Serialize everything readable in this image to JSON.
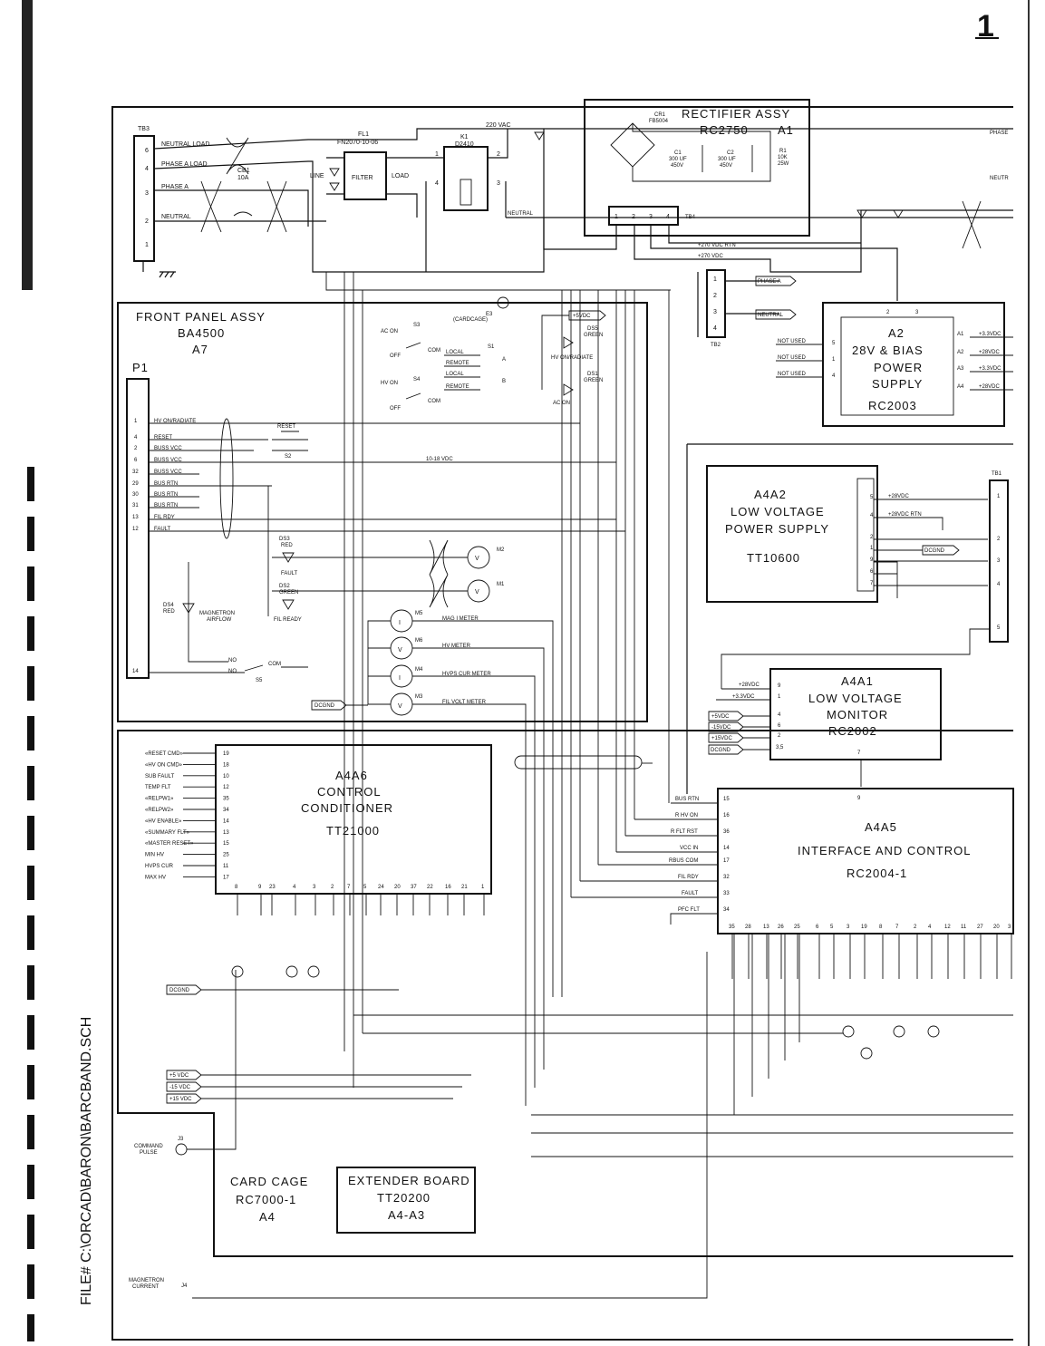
{
  "page": {
    "page_number": "1",
    "file_label": "FILE# C:\\ORCAD\\BARON\\BARCBAND.SCH"
  },
  "blocks": {
    "rectifier": {
      "title": "RECTIFIER ASSY",
      "part": "RC2750",
      "ref": "A1"
    },
    "front_panel": {
      "title": "FRONT PANEL ASSY",
      "part": "BA4500",
      "ref": "A7",
      "connector": "P1"
    },
    "power_supply": {
      "ref": "A2",
      "line1": "28V & BIAS",
      "line2": "POWER",
      "line3": "SUPPLY",
      "part": "RC2003"
    },
    "lv_supply": {
      "ref": "A4A2",
      "line1": "LOW VOLTAGE",
      "line2": "POWER SUPPLY",
      "part": "TT10600"
    },
    "lv_monitor": {
      "ref": "A4A1",
      "line1": "LOW VOLTAGE",
      "line2": "MONITOR",
      "part": "RC2002"
    },
    "control_cond": {
      "ref": "A4A6",
      "line1": "CONTROL",
      "line2": "CONDITIONER",
      "part": "TT21000"
    },
    "interface": {
      "ref": "A4A5",
      "line1": "INTERFACE AND CONTROL",
      "part": "RC2004-1"
    },
    "card_cage": {
      "line1": "CARD CAGE",
      "part": "RC7000-1",
      "ref": "A4"
    },
    "extender": {
      "line1": "EXTENDER BOARD",
      "part": "TT20200",
      "ref": "A4-A3"
    }
  },
  "labels": {
    "tb3": "TB3",
    "tb4": "TB4",
    "tb2": "TB2",
    "tb1": "TB1",
    "neutral_load": "NEUTRAL LOAD",
    "phase_a_load": "PHASE A LOAD",
    "phase_a": "PHASE A",
    "neutral": "NEUTRAL",
    "neutral_tb4": "NEUTRAL",
    "cb1": "CB1",
    "cb1_rating": "10A",
    "fl1": "FL1",
    "fl1_part": "FN2070-10-06",
    "filter": "FILTER",
    "line": "LINE",
    "load": "LOAD",
    "k1": "K1",
    "k1_part": "D2410",
    "vac220": "220 VAC",
    "cr1": "CR1",
    "cr1_part": "FB5004",
    "c1": "C1",
    "c1_val": "300 UF",
    "c1_v": "450V",
    "c2": "C2",
    "c2_val": "300 UF",
    "c2_v": "450V",
    "r1": "R1",
    "r1_val": "10K",
    "r1_w": "25W",
    "v270rtn": "+270 VDC RTN",
    "v270": "+270 VDC",
    "phase_a_flag": "PHASE A",
    "neutral_flag": "NEUTRAL",
    "phase_right": "PHASE",
    "neutr_right": "NEUTR",
    "not_used_1": "NOT USED",
    "not_used_2": "NOT USED",
    "not_used_3": "NOT USED",
    "a2_out1": "+3.3VDC",
    "a2_out2": "+28VDC",
    "a2_out3": "+3.3VDC",
    "a2_out4": "+28VDC",
    "e3": "E3",
    "cardcage": "(CARDCAGE)",
    "v5flag": "+5VDC",
    "ds5": "DS5",
    "ds5_c": "GREEN",
    "hv_on_radiate": "HV ON/RADIATE",
    "ds1": "DS1",
    "ds1_c": "GREEN",
    "ac_on_lamp": "AC ON",
    "s3": "S3",
    "ac_on": "AC ON",
    "off1": "OFF",
    "com1": "COM",
    "s4": "S4",
    "hv_on": "HV ON",
    "off2": "OFF",
    "com2": "COM",
    "s1": "S1",
    "local1": "LOCAL",
    "remote1": "REMOTE",
    "local2": "LOCAL",
    "remote2": "REMOTE",
    "reset_sw": "RESET",
    "s2": "S2",
    "v1018": "10-18 VDC",
    "ds3": "DS3",
    "ds3_c": "RED",
    "fault_lamp": "FAULT",
    "ds2": "DS2",
    "ds2_c": "GREEN",
    "fil_ready": "FIL READY",
    "ds4": "DS4",
    "ds4_c": "RED",
    "mag_airflow": "MAGNETRON",
    "mag_airflow2": "AIRFLOW",
    "no1": "NO",
    "no2": "NO",
    "com3": "COM",
    "s5": "S5",
    "m2": "M2",
    "m1": "M1",
    "m5": "M5",
    "m6": "M6",
    "m4": "M4",
    "m3": "M3",
    "mag_i_meter": "MAG I METER",
    "hv_meter": "HV METER",
    "hvps_cur_meter": "HVPS CUR METER",
    "fil_volt_meter": "FIL VOLT METER",
    "dcgnd1": "DCGND",
    "dcgnd2": "DCGND",
    "dcgnd3": "DCGND",
    "dcgnd4": "DCGND",
    "lv_v28": "+28VDC",
    "lv_v28rtn": "+28VDC RTN",
    "mon_v28": "+28VDC",
    "mon_v33": "+3.3VDC",
    "mon_v5": "+5VDC",
    "mon_m15": "-15VDC",
    "mon_p15": "+15VDC",
    "v5": "+5 VDC",
    "vm15": "-15 VDC",
    "vp15": "+15 VDC",
    "j3": "J3",
    "command_pulse": "COMMAND",
    "command_pulse2": "PULSE",
    "j4": "J4",
    "mag_current": "MAGNETRON",
    "mag_current2": "CURRENT",
    "bus_rtn": "BUS RTN",
    "r_hv_on": "R HV ON",
    "r_flt_rst": "R FLT RST",
    "vcc_in": "VCC IN",
    "rbus_com": "RBUS COM",
    "fil_rdy": "FIL RDY",
    "fault": "FAULT",
    "pfc_flt": "PFC FLT",
    "a6_pins_left": [
      "«RESET CMD»",
      "«HV ON CMD»",
      "SUB FAULT",
      "TEMP FLT",
      "«RELPW1»",
      "«RELPW2»",
      "«HV ENABLE»",
      "«SUMMARY FLT»",
      "«MASTER RESET»",
      "MIN HV",
      "HVPS CUR",
      "MAX HV"
    ],
    "a6_pin_nums_left": [
      "19",
      "18",
      "10",
      "12",
      "35",
      "34",
      "14",
      "13",
      "15",
      "25",
      "11",
      "17"
    ],
    "a6_pin_nums_bottom": [
      "8",
      "9",
      "23",
      "4",
      "3",
      "2",
      "7",
      "5",
      "24",
      "20",
      "37",
      "22",
      "16",
      "21",
      "1"
    ],
    "a5_pin_nums_bottom": [
      "35",
      "28",
      "13",
      "26",
      "25",
      "6",
      "5",
      "3",
      "19",
      "8",
      "7",
      "2",
      "4",
      "12",
      "11",
      "27",
      "20",
      "3"
    ],
    "a5_pin_nums_left": [
      "15",
      "16",
      "36",
      "14",
      "17",
      "32",
      "33",
      "34"
    ],
    "p1_pins": [
      {
        "pin": "1",
        "name": "HV ON/RADIATE"
      },
      {
        "pin": "4",
        "name": "RESET"
      },
      {
        "pin": "2",
        "name": "BUSS VCC"
      },
      {
        "pin": "6",
        "name": "BUSS VCC"
      },
      {
        "pin": "32",
        "name": "BUSS VCC"
      },
      {
        "pin": "29",
        "name": "BUS RTN"
      },
      {
        "pin": "30",
        "name": "BUS RTN"
      },
      {
        "pin": "31",
        "name": "BUS RTN"
      },
      {
        "pin": "13",
        "name": "FIL RDY"
      },
      {
        "pin": "12",
        "name": "FAULT"
      },
      {
        "pin": "14",
        "name": ""
      }
    ],
    "tb3_pins": [
      "6",
      "4",
      "3",
      "2",
      "1"
    ],
    "tb4_pins": [
      "1",
      "2",
      "3",
      "4"
    ],
    "tb2_pins": [
      "1",
      "2",
      "3",
      "4"
    ],
    "tb1_pins": [
      "1",
      "2",
      "3",
      "4",
      "5"
    ],
    "lv_pins": [
      "5",
      "4",
      "2",
      "1",
      "9",
      "6",
      "7"
    ],
    "mon_pins": [
      "9",
      "1",
      "4",
      "6",
      "2",
      "3,5",
      "7"
    ],
    "a2_pins_left": [
      "5",
      "1",
      "4"
    ],
    "a2_pins_top": [
      "2",
      "3"
    ],
    "a2_pins_right": [
      "A1",
      "A2",
      "A3",
      "A4"
    ]
  }
}
